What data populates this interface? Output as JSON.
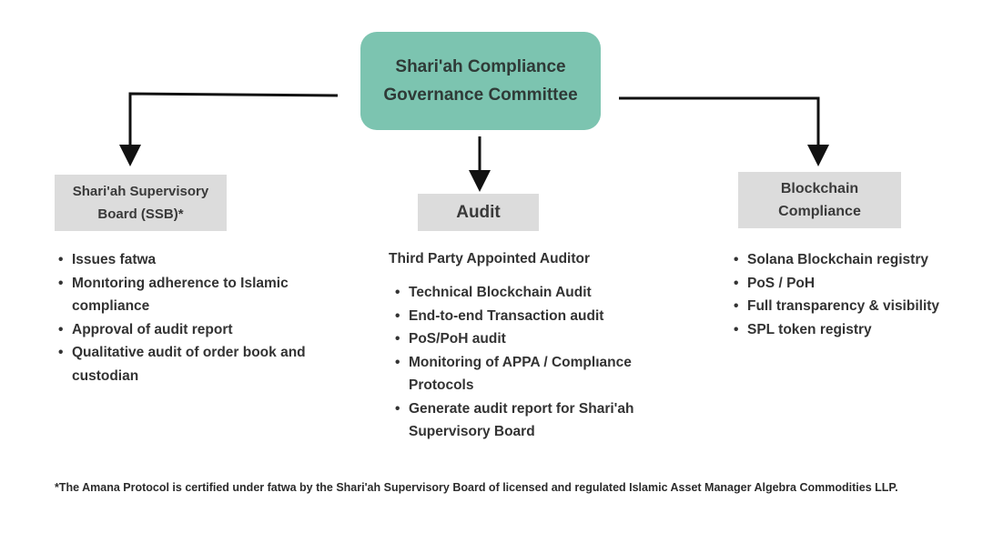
{
  "root": {
    "line1": "Shari'ah Compliance",
    "line2": "Governance Committee",
    "color": "#7cc4b0"
  },
  "ssb": {
    "title_line1": "Shari'ah Supervisory",
    "title_line2": "Board (SSB)*",
    "items": [
      "Issues fatwa",
      "Monıtoring adherence to Islamic compliance",
      "Approval of audit report",
      "Qualitative audit of order book and custodian"
    ]
  },
  "audit": {
    "title": "Audit",
    "subtitle": "Third Party Appointed Auditor",
    "items": [
      "Technical Blockchain Audit",
      "End-to-end Transaction audit",
      "PoS/PoH audit",
      "Monitoring of APPA / Complıance Protocols",
      "Generate audit report for Shari'ah Supervisory Board"
    ]
  },
  "chain": {
    "title_line1": "Blockchain",
    "title_line2": "Compliance",
    "items": [
      "Solana Blockchain registry",
      "PoS / PoH",
      "Full transparency & visibility",
      "SPL token registry"
    ]
  },
  "footnote": "*The Amana Protocol is certified under fatwa by the Shari'ah Supervisory Board of licensed and regulated Islamic Asset Manager Algebra Commodities LLP.",
  "box_color": "#dcdcdc"
}
